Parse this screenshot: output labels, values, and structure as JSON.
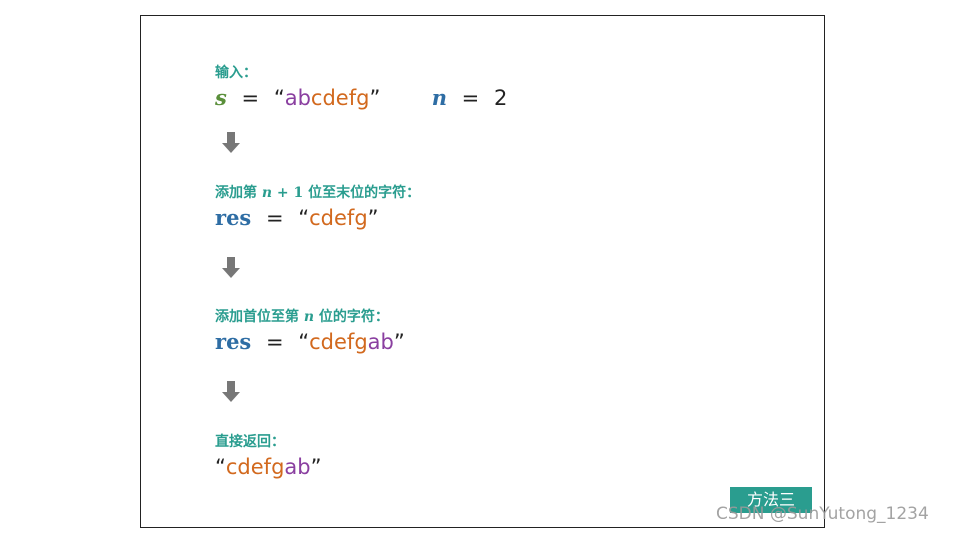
{
  "steps": [
    {
      "label": "输入：",
      "expr": {
        "s_var": "s",
        "eq1": "=",
        "open_quote": "“",
        "part1": "ab",
        "part2": "cdefg",
        "close_quote": "”",
        "n_var": "n",
        "eq2": "=",
        "n_value": "2"
      }
    },
    {
      "label_pre": "添加第 ",
      "label_var": "n",
      "label_math": " + 1 ",
      "label_post": "位至末位的字符：",
      "expr": {
        "res_var": "res",
        "eq": "=",
        "open_quote": "“",
        "part1": "cdefg",
        "close_quote": "”"
      }
    },
    {
      "label_pre": "添加首位至第 ",
      "label_var": "n",
      "label_post": " 位的字符：",
      "expr": {
        "res_var": "res",
        "eq": "=",
        "open_quote": "“",
        "part1": "cdefg",
        "part2": "ab",
        "close_quote": "”"
      }
    },
    {
      "label": "直接返回：",
      "expr": {
        "open_quote": "“",
        "part1": "cdefg",
        "part2": "ab",
        "close_quote": "”"
      }
    }
  ],
  "arrow_icon": "down-arrow-icon",
  "badge": {
    "text": "方法三"
  },
  "watermark": {
    "text": "CSDN @SunYutong_1234"
  },
  "colors": {
    "teal": "#2a9d8f",
    "blue": "#2e6da4",
    "green": "#5a8f3a",
    "purple": "#8a3fa0",
    "orange": "#d2691e",
    "arrow_gray": "#777777"
  }
}
